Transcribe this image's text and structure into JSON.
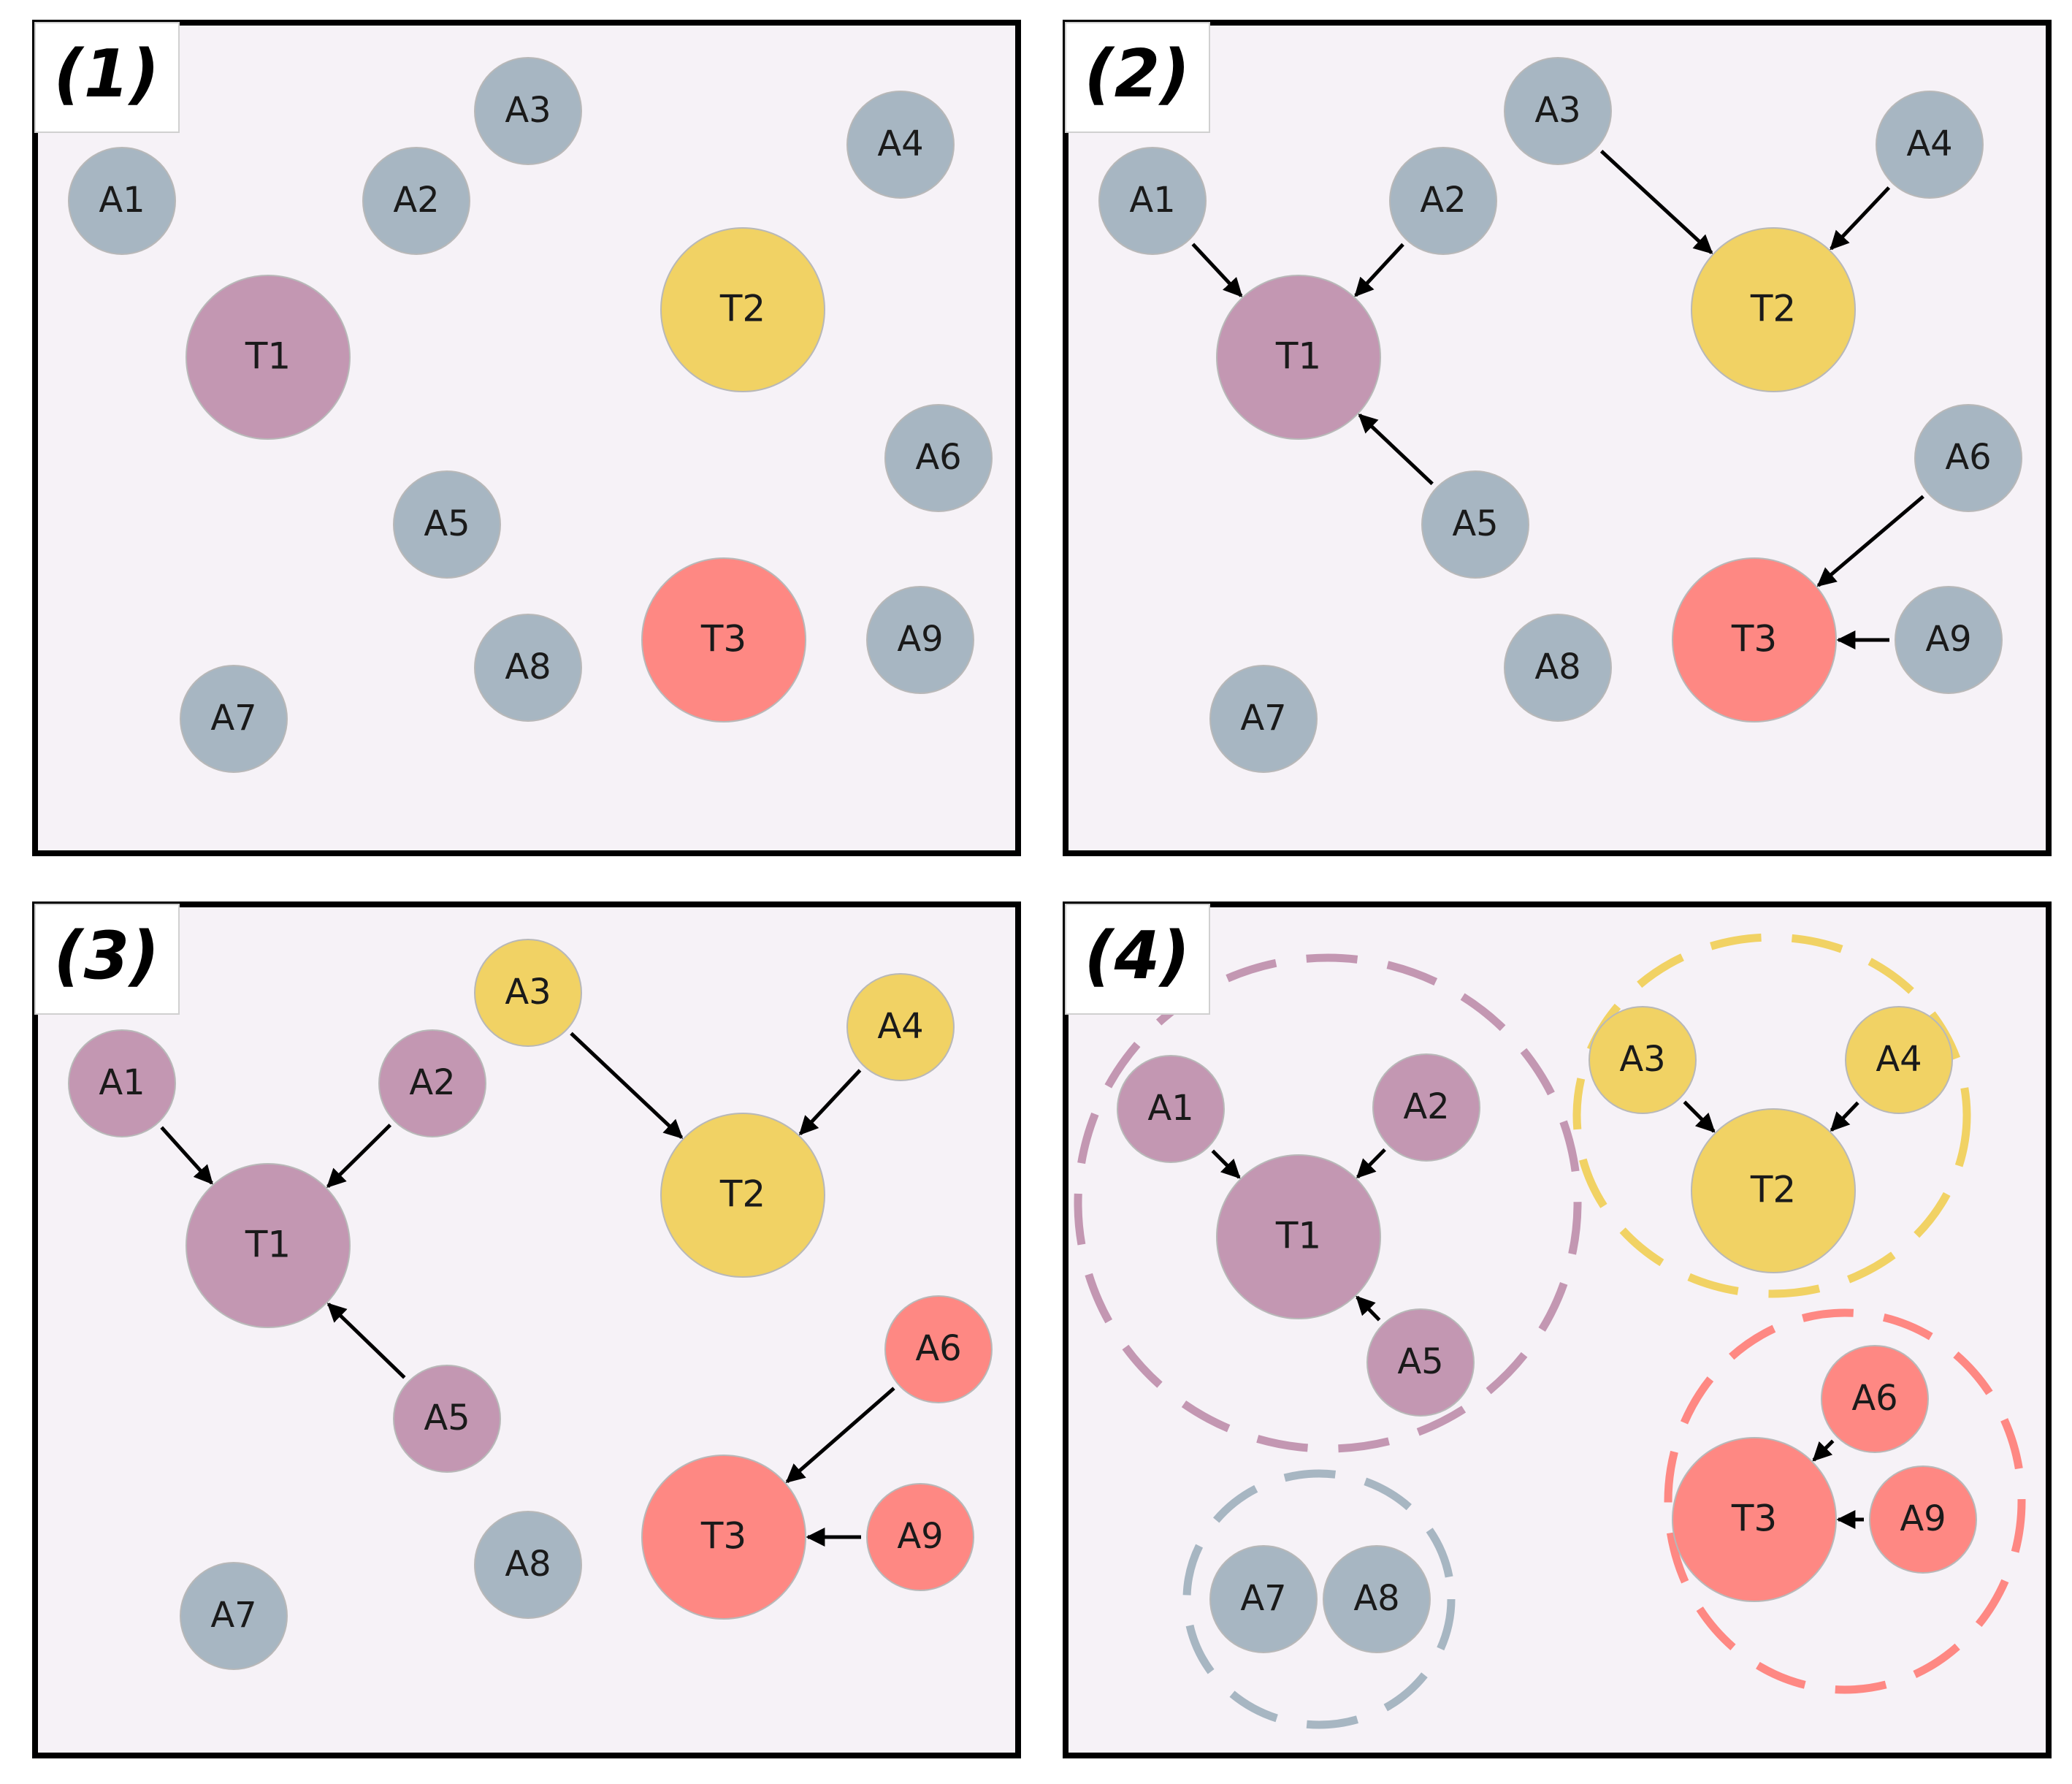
{
  "colors": {
    "agent_unassigned": "#A7B6C2",
    "task_1": "#C397B2",
    "task_2": "#F1D264",
    "task_3": "#FE8883",
    "panel_background": "#F6F2F7",
    "panel_border": "#000000",
    "arrow": "#000000",
    "node_stroke": "#B8B8B8"
  },
  "panels": [
    {
      "label": "(1)",
      "nodes": [
        {
          "id": "T1",
          "label": "T1",
          "kind": "task",
          "group": "task_1"
        },
        {
          "id": "T2",
          "label": "T2",
          "kind": "task",
          "group": "task_2"
        },
        {
          "id": "T3",
          "label": "T3",
          "kind": "task",
          "group": "task_3"
        },
        {
          "id": "A1",
          "label": "A1",
          "kind": "agent",
          "group": "agent_unassigned"
        },
        {
          "id": "A2",
          "label": "A2",
          "kind": "agent",
          "group": "agent_unassigned"
        },
        {
          "id": "A3",
          "label": "A3",
          "kind": "agent",
          "group": "agent_unassigned"
        },
        {
          "id": "A4",
          "label": "A4",
          "kind": "agent",
          "group": "agent_unassigned"
        },
        {
          "id": "A5",
          "label": "A5",
          "kind": "agent",
          "group": "agent_unassigned"
        },
        {
          "id": "A6",
          "label": "A6",
          "kind": "agent",
          "group": "agent_unassigned"
        },
        {
          "id": "A7",
          "label": "A7",
          "kind": "agent",
          "group": "agent_unassigned"
        },
        {
          "id": "A8",
          "label": "A8",
          "kind": "agent",
          "group": "agent_unassigned"
        },
        {
          "id": "A9",
          "label": "A9",
          "kind": "agent",
          "group": "agent_unassigned"
        }
      ],
      "edges": [],
      "clusters": []
    },
    {
      "label": "(2)",
      "nodes": [
        {
          "id": "T1",
          "label": "T1",
          "kind": "task",
          "group": "task_1"
        },
        {
          "id": "T2",
          "label": "T2",
          "kind": "task",
          "group": "task_2"
        },
        {
          "id": "T3",
          "label": "T3",
          "kind": "task",
          "group": "task_3"
        },
        {
          "id": "A1",
          "label": "A1",
          "kind": "agent",
          "group": "agent_unassigned"
        },
        {
          "id": "A2",
          "label": "A2",
          "kind": "agent",
          "group": "agent_unassigned"
        },
        {
          "id": "A3",
          "label": "A3",
          "kind": "agent",
          "group": "agent_unassigned"
        },
        {
          "id": "A4",
          "label": "A4",
          "kind": "agent",
          "group": "agent_unassigned"
        },
        {
          "id": "A5",
          "label": "A5",
          "kind": "agent",
          "group": "agent_unassigned"
        },
        {
          "id": "A6",
          "label": "A6",
          "kind": "agent",
          "group": "agent_unassigned"
        },
        {
          "id": "A7",
          "label": "A7",
          "kind": "agent",
          "group": "agent_unassigned"
        },
        {
          "id": "A8",
          "label": "A8",
          "kind": "agent",
          "group": "agent_unassigned"
        },
        {
          "id": "A9",
          "label": "A9",
          "kind": "agent",
          "group": "agent_unassigned"
        }
      ],
      "edges": [
        {
          "from": "A1",
          "to": "T1"
        },
        {
          "from": "A2",
          "to": "T1"
        },
        {
          "from": "A5",
          "to": "T1"
        },
        {
          "from": "A3",
          "to": "T2"
        },
        {
          "from": "A4",
          "to": "T2"
        },
        {
          "from": "A6",
          "to": "T3"
        },
        {
          "from": "A9",
          "to": "T3"
        }
      ],
      "clusters": []
    },
    {
      "label": "(3)",
      "nodes": [
        {
          "id": "T1",
          "label": "T1",
          "kind": "task",
          "group": "task_1"
        },
        {
          "id": "T2",
          "label": "T2",
          "kind": "task",
          "group": "task_2"
        },
        {
          "id": "T3",
          "label": "T3",
          "kind": "task",
          "group": "task_3"
        },
        {
          "id": "A1",
          "label": "A1",
          "kind": "agent",
          "group": "task_1"
        },
        {
          "id": "A2",
          "label": "A2",
          "kind": "agent",
          "group": "task_1"
        },
        {
          "id": "A3",
          "label": "A3",
          "kind": "agent",
          "group": "task_2"
        },
        {
          "id": "A4",
          "label": "A4",
          "kind": "agent",
          "group": "task_2"
        },
        {
          "id": "A5",
          "label": "A5",
          "kind": "agent",
          "group": "task_1"
        },
        {
          "id": "A6",
          "label": "A6",
          "kind": "agent",
          "group": "task_3"
        },
        {
          "id": "A7",
          "label": "A7",
          "kind": "agent",
          "group": "agent_unassigned"
        },
        {
          "id": "A8",
          "label": "A8",
          "kind": "agent",
          "group": "agent_unassigned"
        },
        {
          "id": "A9",
          "label": "A9",
          "kind": "agent",
          "group": "task_3"
        }
      ],
      "edges": [
        {
          "from": "A1",
          "to": "T1"
        },
        {
          "from": "A2",
          "to": "T1"
        },
        {
          "from": "A5",
          "to": "T1"
        },
        {
          "from": "A3",
          "to": "T2"
        },
        {
          "from": "A4",
          "to": "T2"
        },
        {
          "from": "A6",
          "to": "T3"
        },
        {
          "from": "A9",
          "to": "T3"
        }
      ],
      "clusters": []
    },
    {
      "label": "(4)",
      "nodes": [
        {
          "id": "T1",
          "label": "T1",
          "kind": "task",
          "group": "task_1"
        },
        {
          "id": "T2",
          "label": "T2",
          "kind": "task",
          "group": "task_2"
        },
        {
          "id": "T3",
          "label": "T3",
          "kind": "task",
          "group": "task_3"
        },
        {
          "id": "A1",
          "label": "A1",
          "kind": "agent",
          "group": "task_1"
        },
        {
          "id": "A2",
          "label": "A2",
          "kind": "agent",
          "group": "task_1"
        },
        {
          "id": "A3",
          "label": "A3",
          "kind": "agent",
          "group": "task_2"
        },
        {
          "id": "A4",
          "label": "A4",
          "kind": "agent",
          "group": "task_2"
        },
        {
          "id": "A5",
          "label": "A5",
          "kind": "agent",
          "group": "task_1"
        },
        {
          "id": "A6",
          "label": "A6",
          "kind": "agent",
          "group": "task_3"
        },
        {
          "id": "A7",
          "label": "A7",
          "kind": "agent",
          "group": "agent_unassigned"
        },
        {
          "id": "A8",
          "label": "A8",
          "kind": "agent",
          "group": "agent_unassigned"
        },
        {
          "id": "A9",
          "label": "A9",
          "kind": "agent",
          "group": "task_3"
        }
      ],
      "edges": [
        {
          "from": "A1",
          "to": "T1"
        },
        {
          "from": "A2",
          "to": "T1"
        },
        {
          "from": "A5",
          "to": "T1"
        },
        {
          "from": "A3",
          "to": "T2"
        },
        {
          "from": "A4",
          "to": "T2"
        },
        {
          "from": "A6",
          "to": "T3"
        },
        {
          "from": "A9",
          "to": "T3"
        }
      ],
      "clusters": [
        {
          "id": "cluster-task-1",
          "group": "task_1",
          "members": [
            "T1",
            "A1",
            "A2",
            "A5"
          ]
        },
        {
          "id": "cluster-task-2",
          "group": "task_2",
          "members": [
            "T2",
            "A3",
            "A4"
          ]
        },
        {
          "id": "cluster-task-3",
          "group": "task_3",
          "members": [
            "T3",
            "A6",
            "A9"
          ]
        },
        {
          "id": "cluster-unassigned",
          "group": "agent_unassigned",
          "members": [
            "A7",
            "A8"
          ]
        }
      ]
    }
  ]
}
